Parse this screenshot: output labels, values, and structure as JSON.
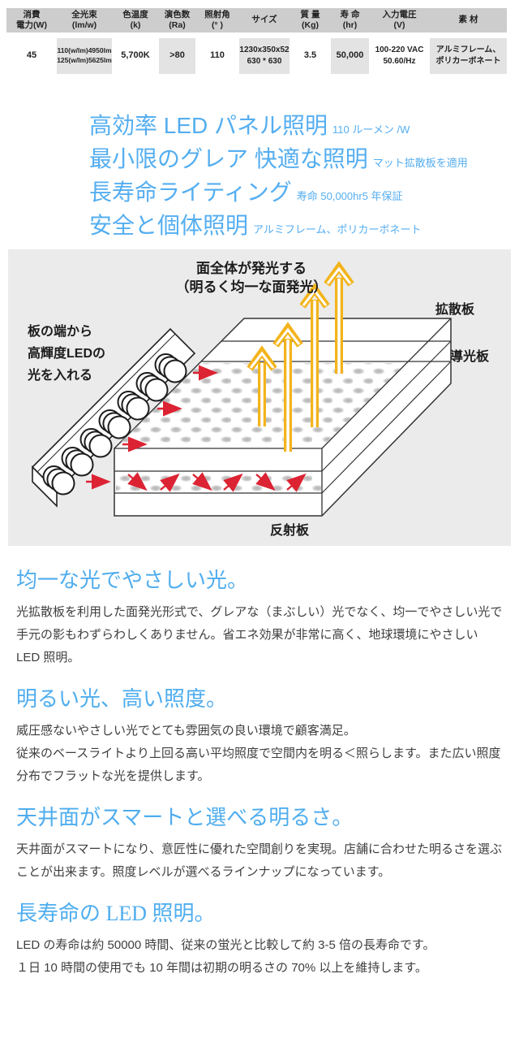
{
  "colors": {
    "accent_blue": "#55AEF0",
    "section_heading_blue": "#4FADEE",
    "table_header_bg": "#CDCDCD",
    "table_cell_bg": "#E3E3E3",
    "diagram_bg": "#EBEBEB",
    "arrow_yellow": "#F3B41B",
    "arrow_red": "#DC2333",
    "body_text": "#3E3E3E"
  },
  "spec_table": {
    "columns": [
      {
        "header": "消費\n電力(W)",
        "value": "45"
      },
      {
        "header": "全光束\n(lm/w)",
        "value": "110(w/lm)4950lm\n125(w/lm)5625lm"
      },
      {
        "header": "色温度\n(k)",
        "value": "5,700K"
      },
      {
        "header": "演色数\n(Ra)",
        "value": ">80"
      },
      {
        "header": "照射角\n(° )",
        "value": "110"
      },
      {
        "header": "サイズ",
        "value": "1230x350x52\n630 * 630"
      },
      {
        "header": "質 量\n(Kg)",
        "value": "3.5"
      },
      {
        "header": "寿 命\n(hr)",
        "value": "50,000"
      },
      {
        "header": "入力電圧\n(V)",
        "value": "100-220 VAC\n50.60/Hz"
      },
      {
        "header": "素 材",
        "value": "アルミフレーム、\nポリカーボネート"
      }
    ]
  },
  "features": [
    {
      "main": "高効率 LED パネル照明",
      "suffix": "110 ルーメン /W"
    },
    {
      "main": "最小限のグレア 快適な照明",
      "suffix": "マット拡散板を適用"
    },
    {
      "main": "長寿命ライティング",
      "suffix": "寿命 50,000hr5 年保証"
    },
    {
      "main": "安全と個体照明",
      "suffix": "アルミフレーム、ポリカーボネート"
    }
  ],
  "diagram": {
    "title_line1": "面全体が発光する",
    "title_line2": "（明るく均一な面発光）",
    "label_diffuser": "拡散板",
    "label_lightguide": "導光板",
    "label_reflector": "反射板",
    "led_note": "板の端から\n高輝度LEDの\n光を入れる"
  },
  "sections": [
    {
      "heading": "均一な光でやさしい光。",
      "body": "光拡散板を利用した面発光形式で、グレアな（まぶしい）光でなく、均一でやさしい光で手元の影もわずらわしくありません。省エネ効果が非常に高く、地球環境にやさしい LED 照明。"
    },
    {
      "heading": "明るい光、高い照度。",
      "body": "威圧感ないやさしい光でとても雰囲気の良い環境で顧客満足。\n従来のベースライトより上回る高い平均照度で空間内を明る＜照らします。また広い照度分布でフラットな光を提供します。"
    },
    {
      "heading": "天井面がスマートと選べる明るさ。",
      "body": "天井面がスマートになり、意匠性に優れた空間創りを実現。店舗に合わせた明るさを選ぶことが出来ます。照度レベルが選べるラインナップになっています。"
    },
    {
      "heading": "長寿命の LED 照明。",
      "body": "LED の寿命は約 50000 時間、従来の蛍光と比較して約 3-5 倍の長寿命です。\n１日 10 時間の使用でも 10 年間は初期の明るさの 70% 以上を維持します。"
    }
  ]
}
